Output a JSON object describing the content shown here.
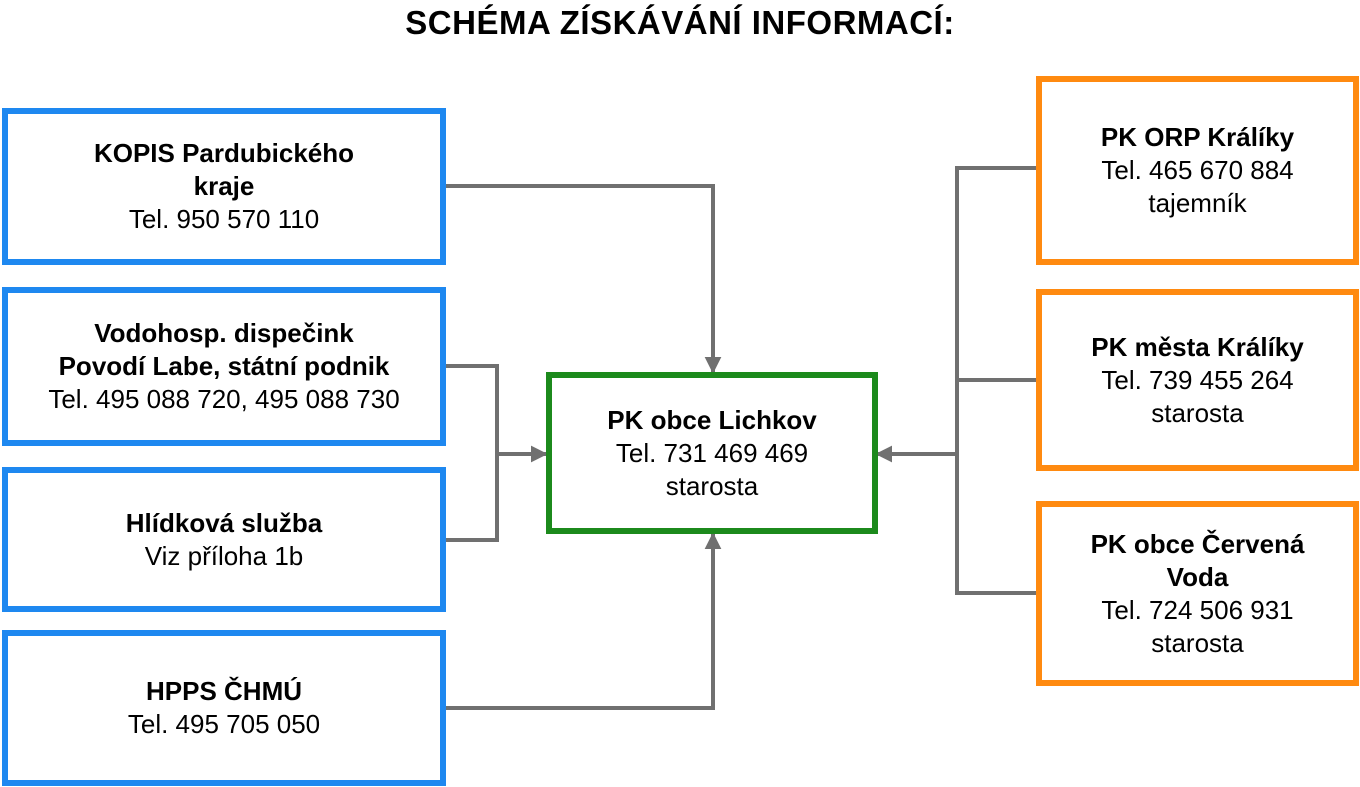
{
  "title": "SCHÉMA ZÍSKÁVÁNÍ INFORMACÍ:",
  "colors": {
    "left_border": "#1e88f0",
    "right_border": "#ff8a10",
    "center_border": "#1c8a1c",
    "connector": "#707070"
  },
  "center": {
    "name": "PK obce Lichkov",
    "lines": [
      "Tel. 731 469 469",
      "starosta"
    ]
  },
  "left_sources": [
    {
      "name_lines": [
        "KOPIS Pardubického",
        "kraje"
      ],
      "lines": [
        "Tel. 950 570 110"
      ]
    },
    {
      "name_lines": [
        "Vodohosp. dispečink",
        "Povodí Labe, státní podnik"
      ],
      "lines": [
        "Tel. 495 088 720, 495 088 730"
      ]
    },
    {
      "name_lines": [
        "Hlídková služba"
      ],
      "lines": [
        "Viz příloha 1b"
      ]
    },
    {
      "name_lines": [
        "HPPS ČHMÚ"
      ],
      "lines": [
        "Tel. 495 705 050"
      ]
    }
  ],
  "right_sources": [
    {
      "name_lines": [
        "PK ORP Králíky"
      ],
      "lines": [
        "Tel. 465 670 884",
        "tajemník"
      ]
    },
    {
      "name_lines": [
        "PK města Králíky"
      ],
      "lines": [
        "Tel. 739 455 264",
        "starosta"
      ]
    },
    {
      "name_lines": [
        "PK obce Červená",
        "Voda"
      ],
      "lines": [
        "Tel. 724 506 931",
        "starosta"
      ]
    }
  ]
}
